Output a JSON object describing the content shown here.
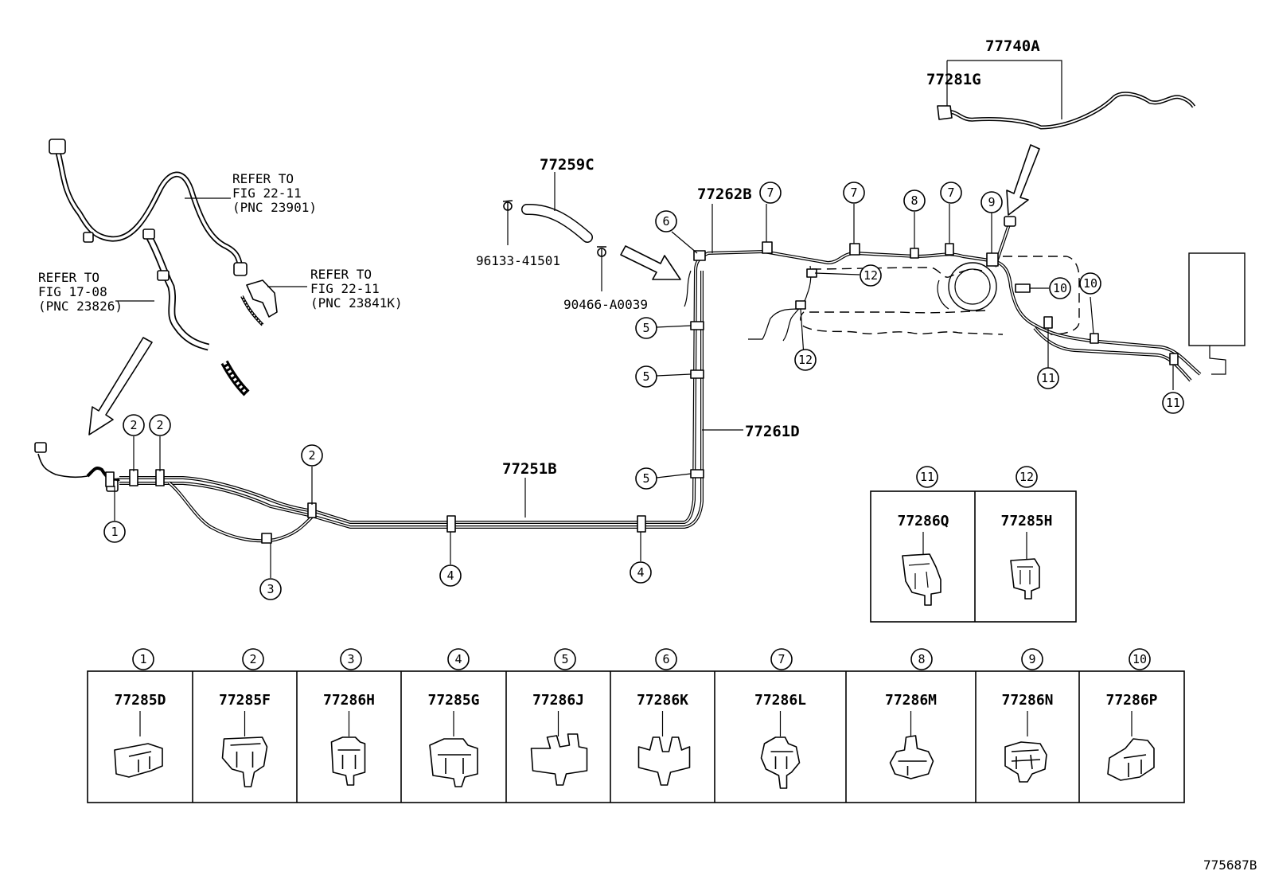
{
  "diagram_id": "775687B",
  "part_labels": {
    "p77740A": "77740A",
    "p77281G": "77281G",
    "p77259C": "77259C",
    "p96133": "96133-41501",
    "p90466": "90466-A0039",
    "p77262B": "77262B",
    "p77261D": "77261D",
    "p77251B": "77251B"
  },
  "references": {
    "ref1": [
      "REFER TO",
      "FIG 22-11",
      "(PNC 23901)"
    ],
    "ref2": [
      "REFER TO",
      "FIG 17-08",
      "(PNC 23826)"
    ],
    "ref3": [
      "REFER TO",
      "FIG 22-11",
      "(PNC 23841K)"
    ]
  },
  "callouts": {
    "c1": "1",
    "c2": "2",
    "c3": "3",
    "c4": "4",
    "c5": "5",
    "c6": "6",
    "c7": "7",
    "c8": "8",
    "c9": "9",
    "c10": "10",
    "c11": "11",
    "c12": "12"
  },
  "clip_table": [
    {
      "num": "1",
      "part": "77285D"
    },
    {
      "num": "2",
      "part": "77285F"
    },
    {
      "num": "3",
      "part": "77286H"
    },
    {
      "num": "4",
      "part": "77285G"
    },
    {
      "num": "5",
      "part": "77286J"
    },
    {
      "num": "6",
      "part": "77286K"
    },
    {
      "num": "7",
      "part": "77286L"
    },
    {
      "num": "8",
      "part": "77286M"
    },
    {
      "num": "9",
      "part": "77286N"
    },
    {
      "num": "10",
      "part": "77286P"
    }
  ],
  "clip_table_extra": [
    {
      "num": "11",
      "part": "77286Q"
    },
    {
      "num": "12",
      "part": "77285H"
    }
  ]
}
